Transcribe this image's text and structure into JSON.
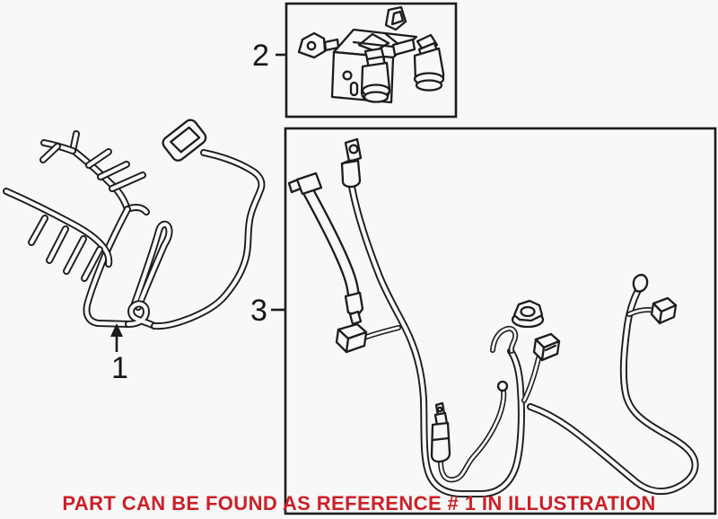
{
  "diagram": {
    "caption": {
      "text": "PART CAN BE FOUND AS REFERENCE # 1 IN ILLUSTRATION",
      "color": "#cc2027"
    },
    "callouts": {
      "harness": "1",
      "bracket_assembly": "2",
      "cable_assembly": "3"
    },
    "colors": {
      "background": "#f8f8f8",
      "line": "#1c1c1c"
    }
  }
}
